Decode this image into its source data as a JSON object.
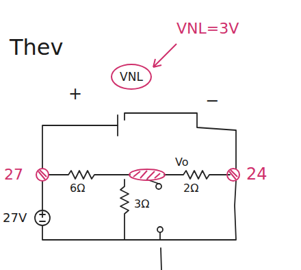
{
  "diagram": {
    "title": "Thev",
    "nodes": [
      {
        "text": [
          "VNL"
        ]
      }
    ],
    "labels": [
      "+",
      "−",
      "VNL=3V",
      "27",
      "6Ω",
      "Vo",
      "2Ω",
      "24",
      "3Ω",
      "27V"
    ]
  }
}
